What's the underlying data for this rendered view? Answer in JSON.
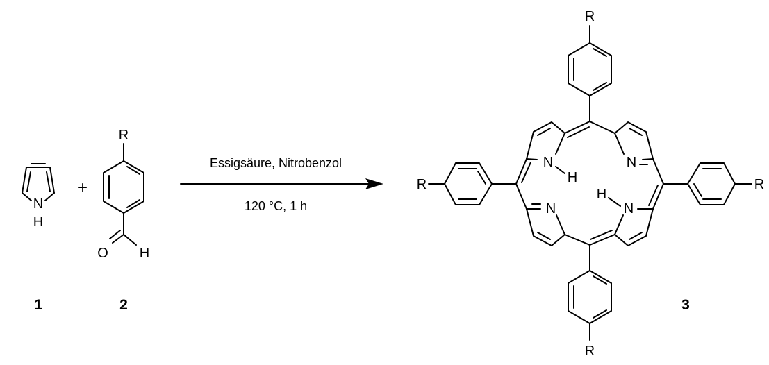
{
  "reaction": {
    "plus": "+",
    "condition_top": "Essigsäure, Nitrobenzol",
    "condition_bottom": "120  °C, 1 h",
    "arrow_color": "#000000"
  },
  "pyrrole": {
    "label": "1",
    "nh_n": "N",
    "nh_h": "H"
  },
  "aldehyde": {
    "label": "2",
    "substituent": "R",
    "oxygen": "O",
    "hydrogen": "H"
  },
  "porphyrin": {
    "label": "3",
    "n1": "N",
    "n2": "N",
    "n3": "N",
    "n4": "N",
    "h1": "H",
    "h2": "H",
    "r_top": "R",
    "r_left": "R",
    "r_right": "R",
    "r_bottom": "R"
  }
}
